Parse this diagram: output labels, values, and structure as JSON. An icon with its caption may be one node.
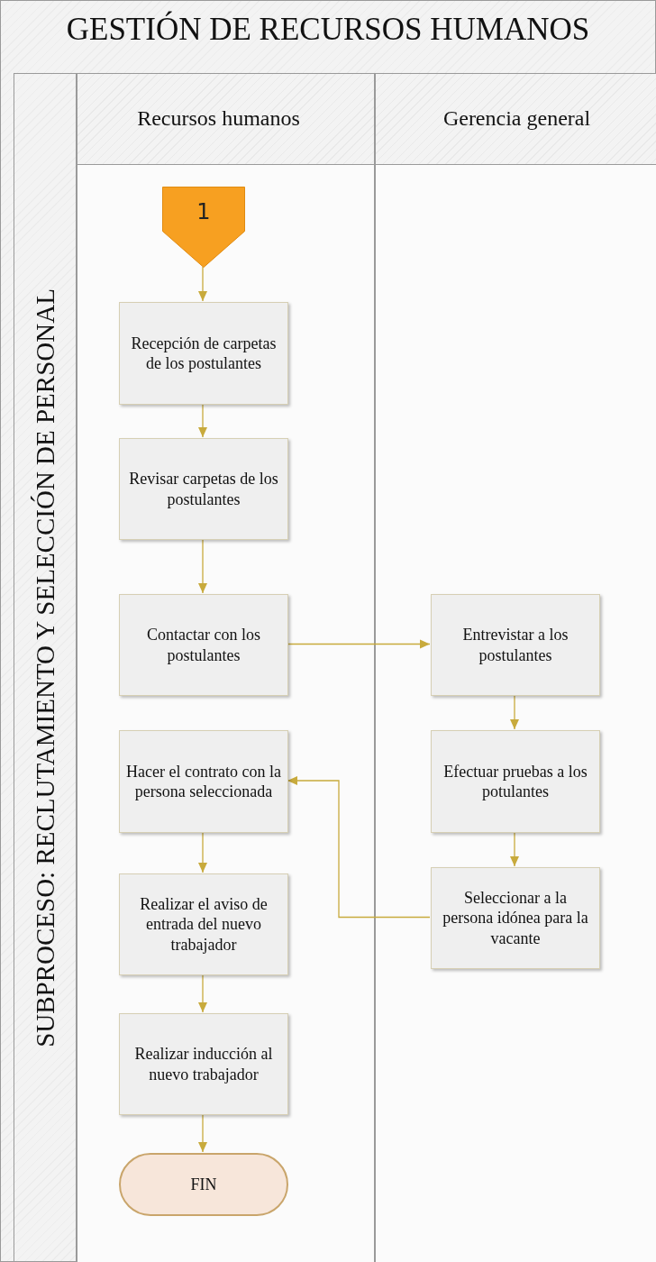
{
  "diagram": {
    "nodes": [
      {
        "text": [
          "GESTIÓN DE RECURSOS HUMANOS"
        ]
      },
      {
        "text": [
          "SUBPROCESO: RECLUTAMIENTO Y SELECCIÓN DE PERSONAL"
        ],
        "in": 0
      },
      {
        "text": [
          "Recursos humanos"
        ],
        "in": 0
      },
      {
        "text": [
          "Gerencia general"
        ],
        "in": 0
      },
      {
        "text": [
          "1"
        ],
        "in": 2
      },
      {
        "text": [
          "Recepción de carpetas de los postulantes"
        ],
        "in": 2
      },
      {
        "text": [
          "Revisar carpetas de los postulantes"
        ],
        "in": 2
      },
      {
        "text": [
          "Contactar con los postulantes"
        ],
        "in": 2
      },
      {
        "text": [
          "Entrevistar a los postulantes"
        ],
        "in": 3
      },
      {
        "text": [
          "Efectuar pruebas a los potulantes"
        ],
        "in": 3
      },
      {
        "text": [
          "Seleccionar a la persona idónea para la vacante"
        ],
        "in": 3
      },
      {
        "text": [
          "Hacer el contrato con la persona seleccionada"
        ],
        "in": 2
      },
      {
        "text": [
          "Realizar el aviso de entrada del nuevo trabajador"
        ],
        "in": 2
      },
      {
        "text": [
          "Realizar inducción al nuevo trabajador"
        ],
        "in": 2
      },
      {
        "text": [
          "FIN"
        ],
        "in": 2
      }
    ],
    "edges": [
      {
        "from": 4,
        "to": 5,
        "arrow": "to"
      },
      {
        "from": 5,
        "to": 6,
        "arrow": "to"
      },
      {
        "from": 6,
        "to": 7,
        "arrow": "to"
      },
      {
        "from": 7,
        "to": 8,
        "arrow": "to"
      },
      {
        "from": 8,
        "to": 9,
        "arrow": "to"
      },
      {
        "from": 9,
        "to": 10,
        "arrow": "to"
      },
      {
        "from": 10,
        "to": 11,
        "arrow": "to"
      },
      {
        "from": 11,
        "to": 12,
        "arrow": "to"
      },
      {
        "from": 12,
        "to": 13,
        "arrow": "to"
      },
      {
        "from": 13,
        "to": 14,
        "arrow": "to"
      }
    ]
  }
}
